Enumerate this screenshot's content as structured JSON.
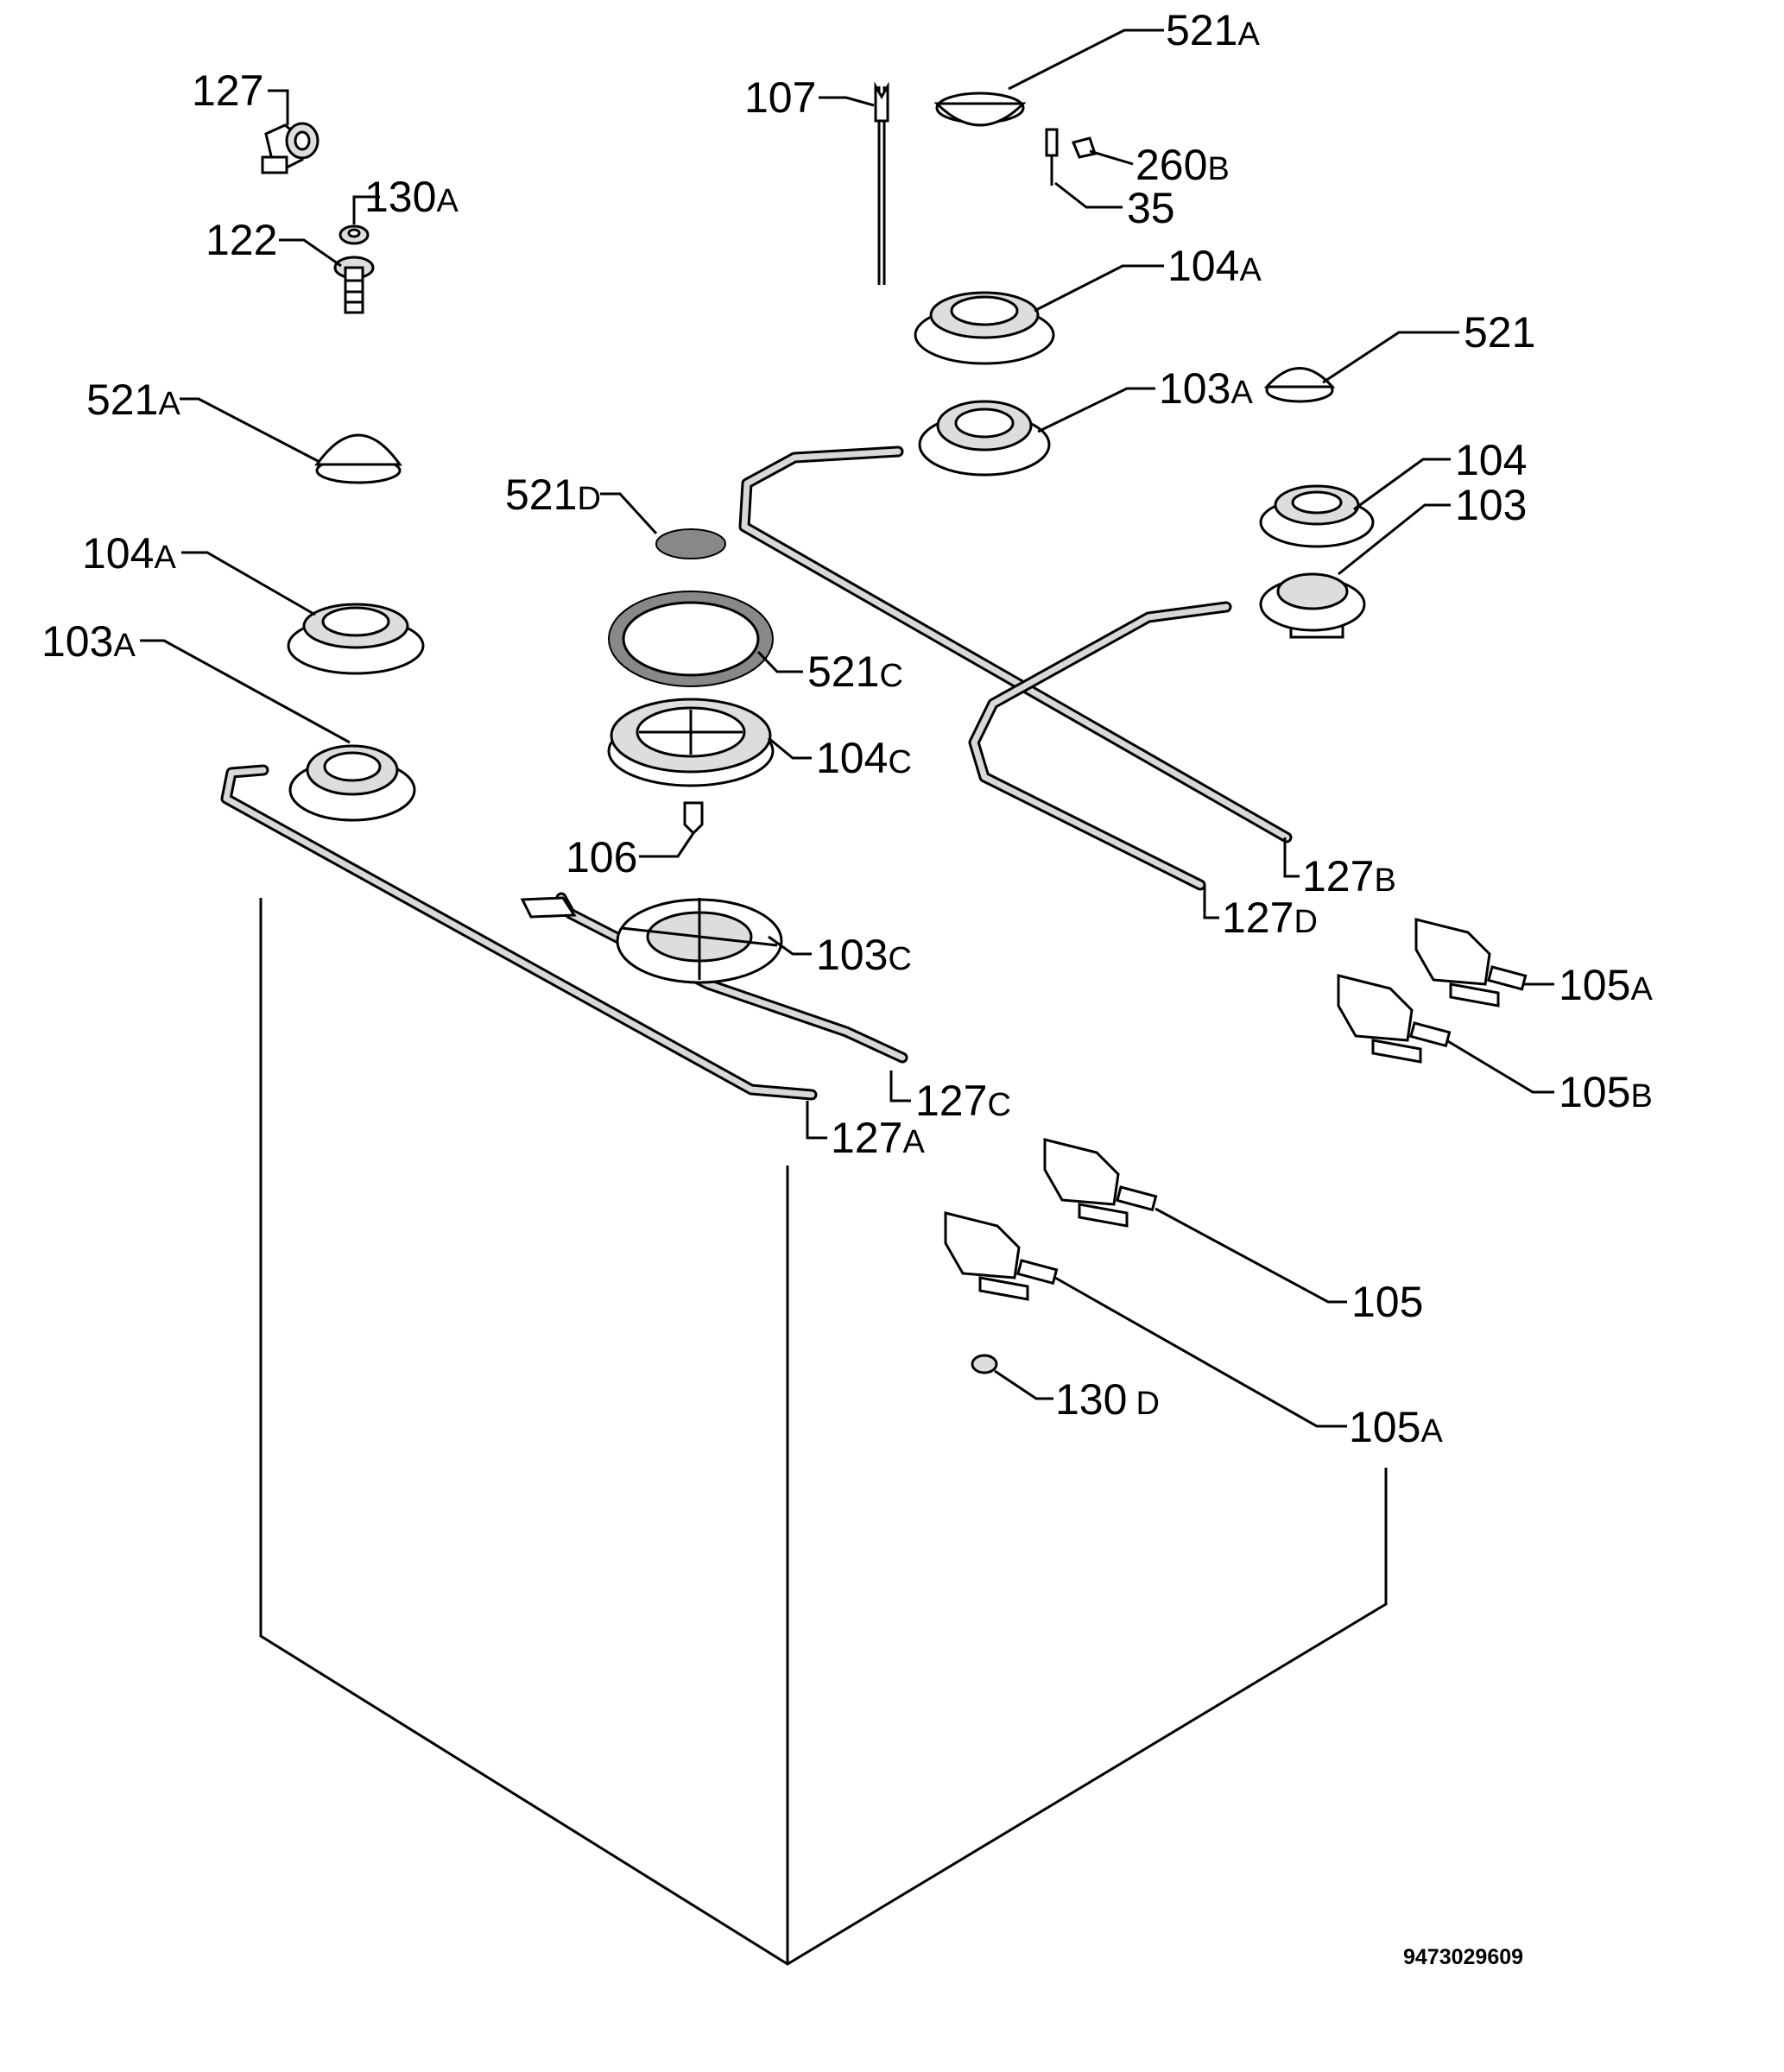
{
  "labels": [
    {
      "id": "l127",
      "main": "127",
      "suffix": ""
    },
    {
      "id": "l130a",
      "main": "130",
      "suffix": "A"
    },
    {
      "id": "l122",
      "main": "122",
      "suffix": ""
    },
    {
      "id": "l521a_left",
      "main": "521",
      "suffix": "A"
    },
    {
      "id": "l104a_left",
      "main": "104",
      "suffix": "A"
    },
    {
      "id": "l103a_left",
      "main": "103",
      "suffix": "A"
    },
    {
      "id": "l107",
      "main": "107",
      "suffix": ""
    },
    {
      "id": "l521a_top",
      "main": "521",
      "suffix": "A"
    },
    {
      "id": "l260b",
      "main": "260",
      "suffix": "B"
    },
    {
      "id": "l35",
      "main": "35",
      "suffix": ""
    },
    {
      "id": "l104a_top",
      "main": "104",
      "suffix": "A"
    },
    {
      "id": "l103a_top",
      "main": "103",
      "suffix": "A"
    },
    {
      "id": "l521",
      "main": "521",
      "suffix": ""
    },
    {
      "id": "l104",
      "main": "104",
      "suffix": ""
    },
    {
      "id": "l103",
      "main": "103",
      "suffix": ""
    },
    {
      "id": "l521d",
      "main": "521",
      "suffix": "D"
    },
    {
      "id": "l521c",
      "main": "521",
      "suffix": "C"
    },
    {
      "id": "l104c",
      "main": "104",
      "suffix": "C"
    },
    {
      "id": "l106",
      "main": "106",
      "suffix": ""
    },
    {
      "id": "l103c",
      "main": "103",
      "suffix": "C"
    },
    {
      "id": "l127b",
      "main": "127",
      "suffix": "B"
    },
    {
      "id": "l127d",
      "main": "127",
      "suffix": "D"
    },
    {
      "id": "l105a_top",
      "main": "105",
      "suffix": "A"
    },
    {
      "id": "l105b",
      "main": "105",
      "suffix": "B"
    },
    {
      "id": "l127c",
      "main": "127",
      "suffix": "C"
    },
    {
      "id": "l127a",
      "main": "127",
      "suffix": "A"
    },
    {
      "id": "l105",
      "main": "105",
      "suffix": ""
    },
    {
      "id": "l130d",
      "main": "130",
      "suffix": "D"
    },
    {
      "id": "l105a_bottom",
      "main": "105",
      "suffix": "A"
    }
  ],
  "drawing_number": "9473029609"
}
